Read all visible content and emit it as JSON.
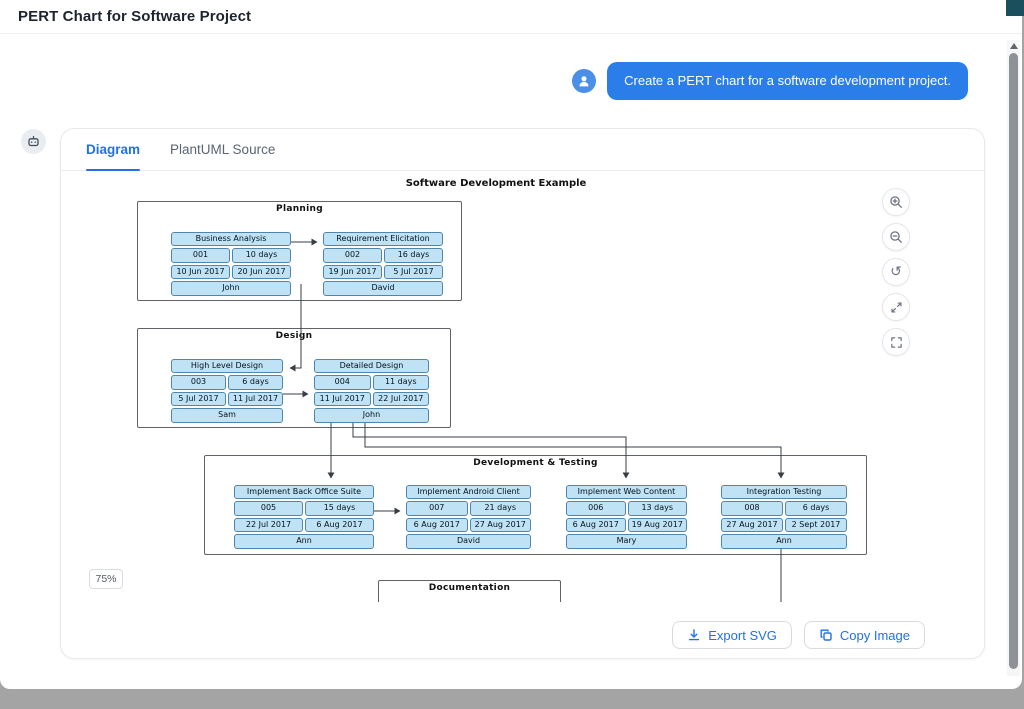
{
  "header": {
    "title": "PERT Chart for Software Project"
  },
  "chat": {
    "user_message": "Create a PERT chart for a software development project."
  },
  "card": {
    "tabs": [
      {
        "label": "Diagram",
        "active": true
      },
      {
        "label": "PlantUML Source",
        "active": false
      }
    ],
    "zoom_badge": "75%",
    "actions": {
      "export_svg": "Export SVG",
      "copy_image": "Copy Image"
    }
  },
  "diagram": {
    "title": "Software Development Example",
    "groups": [
      {
        "name": "Planning"
      },
      {
        "name": "Design"
      },
      {
        "name": "Development & Testing"
      },
      {
        "name": "Documentation"
      }
    ],
    "tasks": [
      {
        "name": "Business Analysis",
        "id": "001",
        "duration": "10 days",
        "start": "10 Jun 2017",
        "end": "20 Jun 2017",
        "resource": "John"
      },
      {
        "name": "Requirement Elicitation",
        "id": "002",
        "duration": "16 days",
        "start": "19 Jun 2017",
        "end": "5 Jul 2017",
        "resource": "David"
      },
      {
        "name": "High Level Design",
        "id": "003",
        "duration": "6 days",
        "start": "5 Jul 2017",
        "end": "11 Jul 2017",
        "resource": "Sam"
      },
      {
        "name": "Detailed Design",
        "id": "004",
        "duration": "11 days",
        "start": "11 Jul 2017",
        "end": "22 Jul 2017",
        "resource": "John"
      },
      {
        "name": "Implement Back Office Suite",
        "id": "005",
        "duration": "15 days",
        "start": "22 Jul 2017",
        "end": "6 Aug 2017",
        "resource": "Ann"
      },
      {
        "name": "Implement Android Client",
        "id": "007",
        "duration": "21 days",
        "start": "6 Aug 2017",
        "end": "27 Aug 2017",
        "resource": "David"
      },
      {
        "name": "Implement Web Content",
        "id": "006",
        "duration": "13 days",
        "start": "6 Aug 2017",
        "end": "19 Aug 2017",
        "resource": "Mary"
      },
      {
        "name": "Integration Testing",
        "id": "008",
        "duration": "6 days",
        "start": "27 Aug 2017",
        "end": "2 Sept 2017",
        "resource": "Ann"
      }
    ]
  },
  "icons": {
    "user_avatar": "person",
    "assistant_avatar": "robot",
    "zoom_in": "magnifier-plus",
    "zoom_out": "magnifier-minus",
    "reset_view": "↺",
    "expand_view": "diagonal-arrows",
    "fit_view": "corner-brackets",
    "export": "download-arrow",
    "copy": "overlapping-squares",
    "scroll_up": "triangle-up"
  },
  "colors": {
    "accent_blue": "#2b7de9",
    "tab_active": "#2170e8",
    "node_fill": "#bfe2f4",
    "node_border": "#4f86ae",
    "corner_accent": "#1b4f5e"
  }
}
